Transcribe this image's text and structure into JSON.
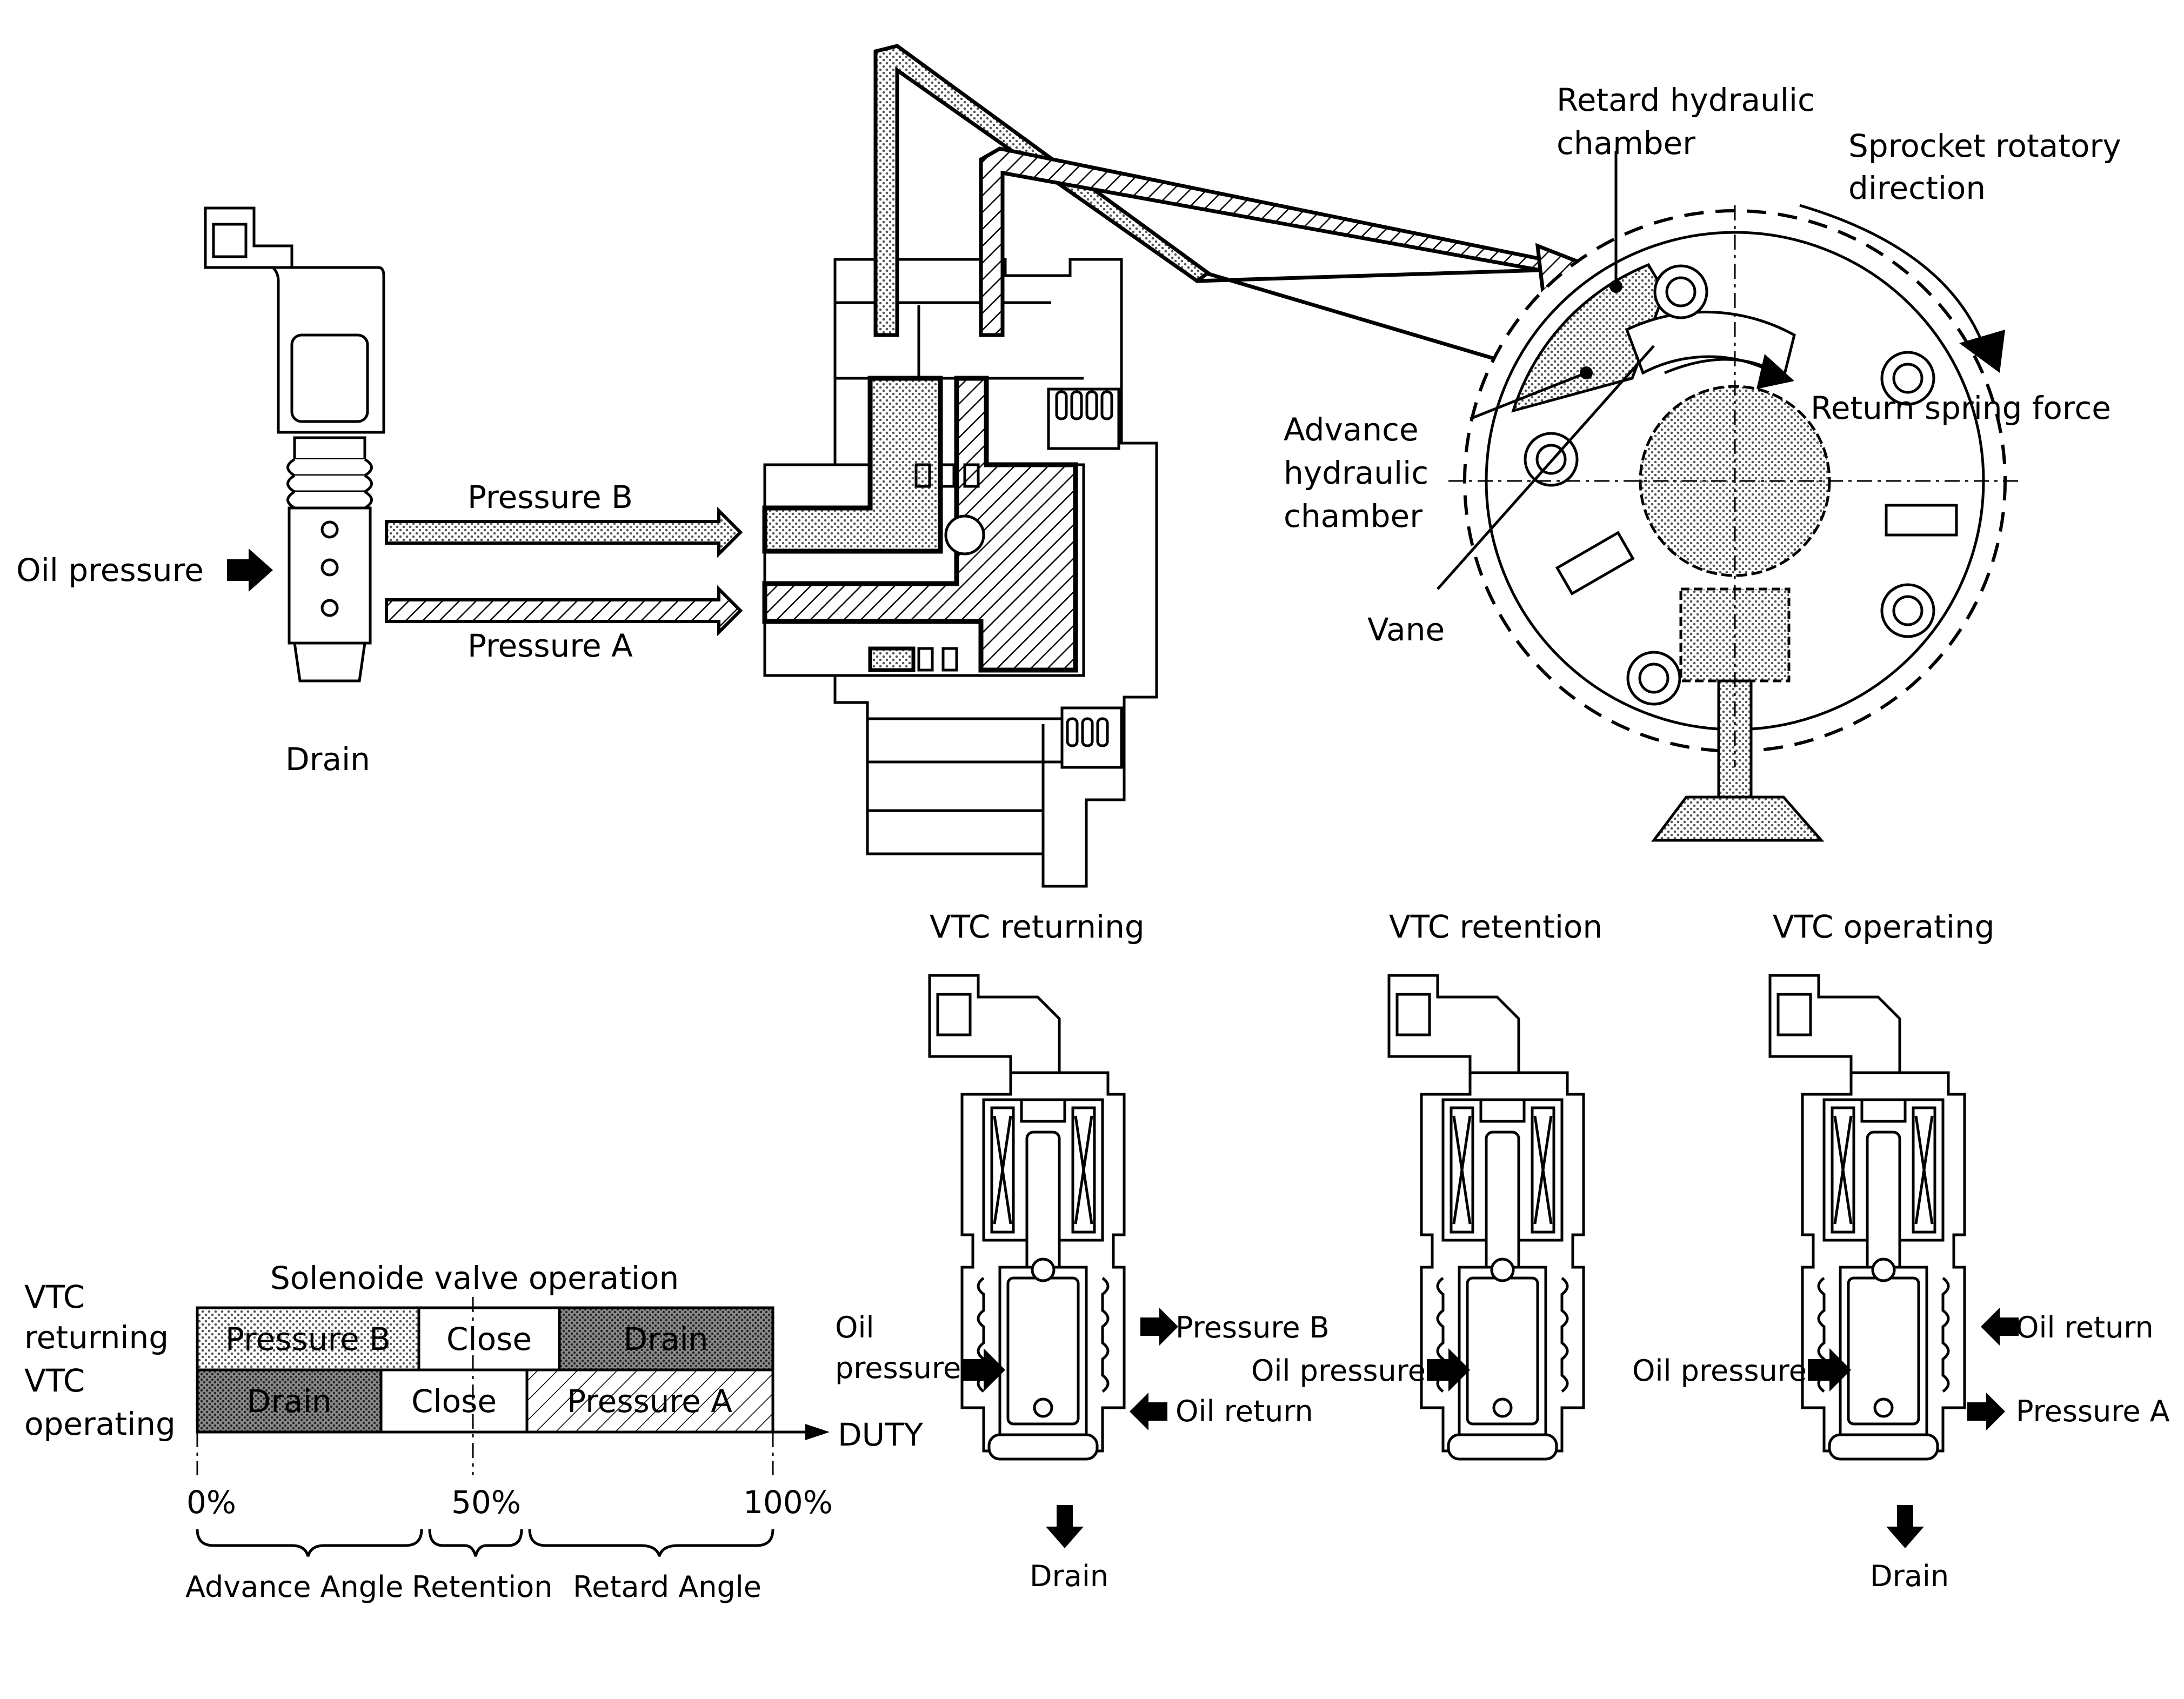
{
  "labels": {
    "oil_pressure": "Oil pressure",
    "drain_top": "Drain",
    "pressure_b": "Pressure B",
    "pressure_a": "Pressure A",
    "retard_chamber": [
      "Retard hydraulic",
      "chamber"
    ],
    "sprocket_direction": [
      "Sprocket rotatory",
      "direction"
    ],
    "return_spring": "Return spring force",
    "advance_chamber": [
      "Advance",
      "hydraulic",
      "chamber"
    ],
    "vane": "Vane"
  },
  "states": {
    "returning": {
      "title": "VTC returning",
      "oil_pressure": [
        "Oil",
        "pressure"
      ],
      "pressure_b": "Pressure B",
      "oil_return": "Oil return",
      "drain": "Drain"
    },
    "retention": {
      "title": "VTC retention",
      "oil_pressure": "Oil pressure"
    },
    "operating": {
      "title": "VTC operating",
      "oil_return": "Oil return",
      "oil_pressure": "Oil pressure",
      "pressure_a": "Pressure A",
      "drain": "Drain"
    }
  },
  "duty_chart": {
    "title": "Solenoide valve operation",
    "row_returning": [
      "VTC",
      "returning"
    ],
    "row_operating": [
      "VTC",
      "operating"
    ],
    "returning_cells": [
      "Pressure B",
      "Close",
      "Drain"
    ],
    "operating_cells": [
      "Drain",
      "Close",
      "Pressure A"
    ],
    "axis_label": "DUTY",
    "ticks": [
      "0%",
      "50%",
      "100%"
    ],
    "ranges": [
      "Advance Angle",
      "Retention",
      "Retard Angle"
    ]
  }
}
